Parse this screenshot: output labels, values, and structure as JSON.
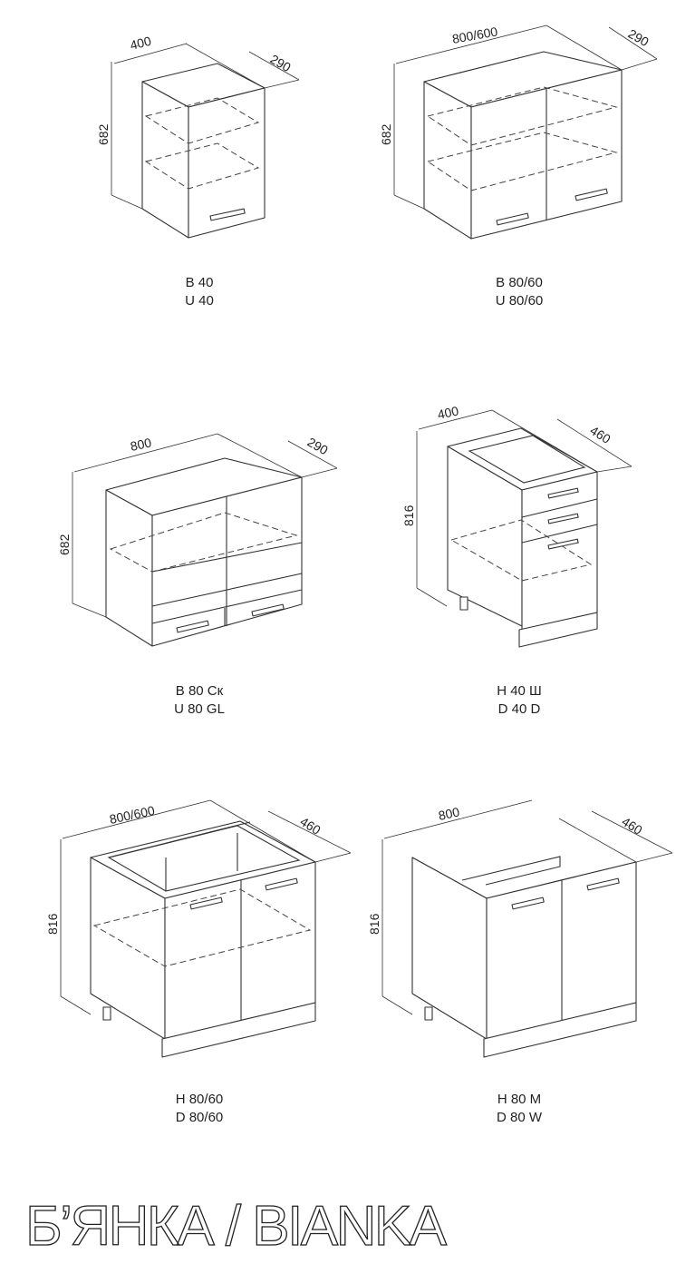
{
  "cabinets": [
    {
      "code_ua": "В 40",
      "code_en": "U 40",
      "width": "400",
      "depth": "290",
      "height": "682"
    },
    {
      "code_ua": "В 80/60",
      "code_en": "U 80/60",
      "width": "800/600",
      "depth": "290",
      "height": "682"
    },
    {
      "code_ua": "В 80 Ск",
      "code_en": "U 80 GL",
      "width": "800",
      "depth": "290",
      "height": "682"
    },
    {
      "code_ua": "Н 40 Ш",
      "code_en": "D 40 D",
      "width": "400",
      "depth": "460",
      "height": "816"
    },
    {
      "code_ua": "Н 80/60",
      "code_en": "D 80/60",
      "width": "800/600",
      "depth": "460",
      "height": "816"
    },
    {
      "code_ua": "Н 80 М",
      "code_en": "D 80 W",
      "width": "800",
      "depth": "460",
      "height": "816"
    }
  ],
  "title": "Б’ЯНКА / BIANKA"
}
